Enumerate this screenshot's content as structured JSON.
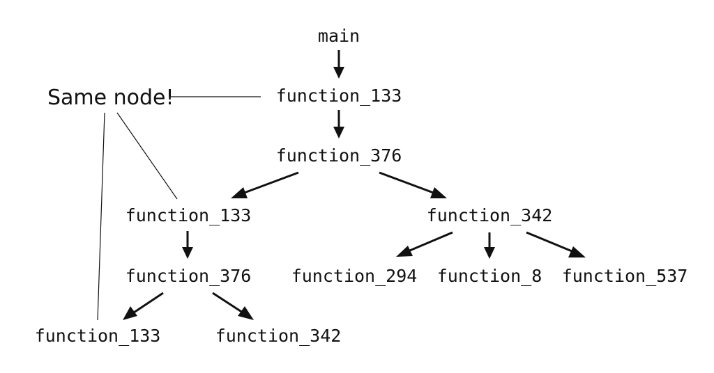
{
  "diagram": {
    "callout": "Same node!",
    "nodes": {
      "main": "main",
      "f133_a": "function_133",
      "f376_a": "function_376",
      "f133_b": "function_133",
      "f342_a": "function_342",
      "f376_b": "function_376",
      "f294": "function_294",
      "f8": "function_8",
      "f537": "function_537",
      "f133_c": "function_133",
      "f342_b": "function_342"
    },
    "edges": [
      [
        "main",
        "f133_a"
      ],
      [
        "f133_a",
        "f376_a"
      ],
      [
        "f376_a",
        "f133_b"
      ],
      [
        "f376_a",
        "f342_a"
      ],
      [
        "f133_b",
        "f376_b"
      ],
      [
        "f342_a",
        "f294"
      ],
      [
        "f342_a",
        "f8"
      ],
      [
        "f342_a",
        "f537"
      ],
      [
        "f376_b",
        "f133_c"
      ],
      [
        "f376_b",
        "f342_b"
      ]
    ],
    "same_node_links": [
      "f133_a",
      "f133_b",
      "f133_c"
    ]
  }
}
